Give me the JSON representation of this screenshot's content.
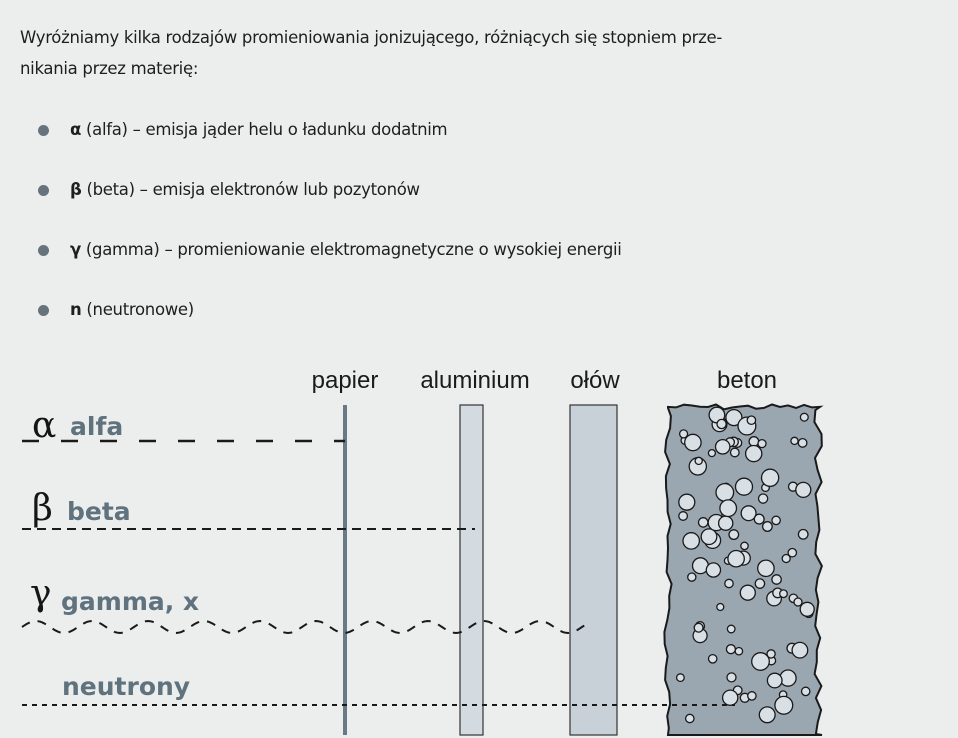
{
  "intro": "Wyróżniamy kilka rodzajów promieniowania jonizującego, różniących się stopniem prze-nikania przez materię:",
  "intro_lines": [
    "Wyróżniamy kilka rodzajów promieniowania jonizującego, różniących się stopniem prze-",
    "nikania przez materię:"
  ],
  "bullets": [
    {
      "symbol": "α",
      "text": " (alfa) – emisja jąder helu o ładunku dodatnim"
    },
    {
      "symbol": "β",
      "text": " (beta) – emisja elektronów lub pozytonów"
    },
    {
      "symbol": "γ",
      "text": " (gamma) – promieniowanie elektromagnetyczne o wysokiej energii"
    },
    {
      "symbol": "n",
      "text": " (neutronowe)"
    }
  ],
  "diagram": {
    "materials": [
      "papier",
      "aluminium",
      "ołów",
      "beton"
    ],
    "radiation": [
      {
        "symbol": "α",
        "label": "alfa"
      },
      {
        "symbol": "β",
        "label": "beta"
      },
      {
        "symbol": "γ",
        "label": "gamma, x"
      },
      {
        "symbol": "",
        "label": "neutrony"
      }
    ],
    "colors": {
      "paper": "#687a85",
      "aluminium": "#d3dae0",
      "lead": "#c9d1d8",
      "concrete": "#9aa7b0",
      "label": "#5f727e"
    }
  }
}
